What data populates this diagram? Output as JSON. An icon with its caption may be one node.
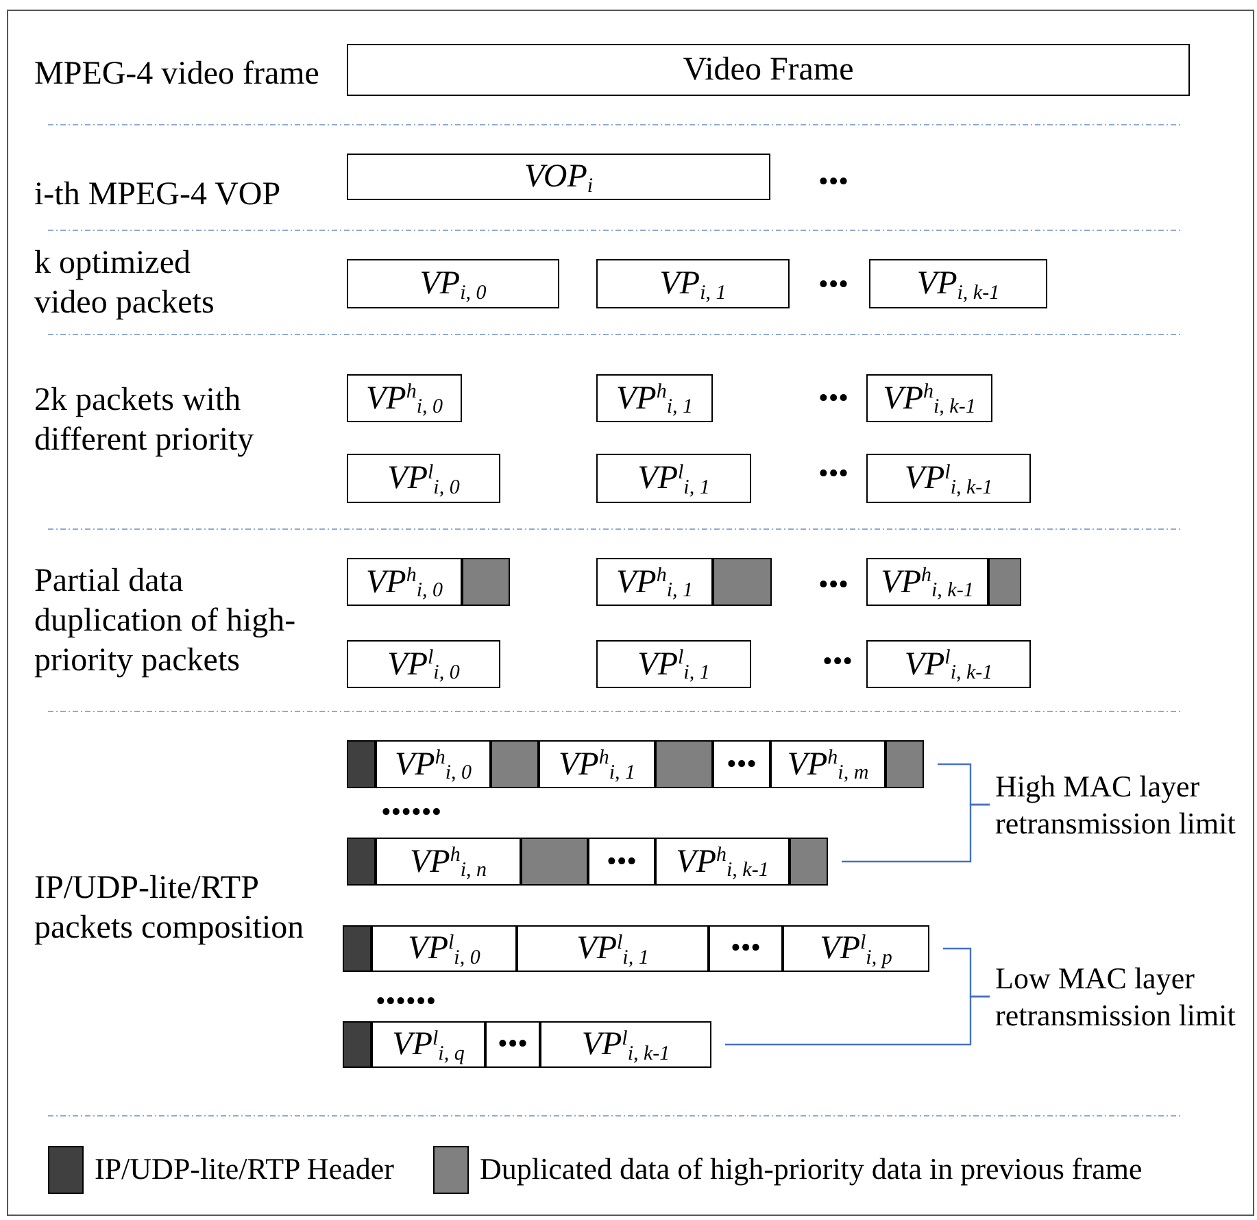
{
  "diagram": {
    "nodes": [
      {
        "text": [
          "Video Frame"
        ]
      },
      {
        "text": [
          "VOP$_{i}$"
        ]
      },
      {
        "text": [
          "VP$_{i, 0}$"
        ]
      },
      {
        "text": [
          "VP$_{i, 1}$"
        ]
      },
      {
        "text": [
          "VP$_{i, k-1}$"
        ]
      },
      {
        "text": [
          "VP$^{h}$$_{i, 0}$"
        ]
      },
      {
        "text": [
          "VP$^{h}$$_{i, 1}$"
        ]
      },
      {
        "text": [
          "VP$^{h}$$_{i, k-1}$"
        ]
      },
      {
        "text": [
          "VP$^{l}$$_{i, 0}$"
        ]
      },
      {
        "text": [
          "VP$^{l}$$_{i, 1}$"
        ]
      },
      {
        "text": [
          "VP$^{l}$$_{i, k-1}$"
        ]
      },
      {
        "text": [
          "VP$^{h}$$_{i, 0}$"
        ]
      },
      {
        "text": [],
        "shape": "box"
      },
      {
        "text": [
          "VP$^{h}$$_{i, 1}$"
        ]
      },
      {
        "text": [],
        "shape": "box"
      },
      {
        "text": [
          "VP$^{h}$$_{i, k-1}$"
        ]
      },
      {
        "text": [],
        "shape": "box"
      },
      {
        "text": [
          "VP$^{l}$$_{i, 0}$"
        ]
      },
      {
        "text": [
          "VP$^{l}$$_{i, 1}$"
        ]
      },
      {
        "text": [
          "VP$^{l}$$_{i, k-1}$"
        ]
      },
      {
        "text": [],
        "shape": "box"
      },
      {
        "text": [
          "VP$^{h}$$_{i, 0}$"
        ]
      },
      {
        "text": [],
        "shape": "box"
      },
      {
        "text": [
          "VP$^{h}$$_{i, 1}$"
        ]
      },
      {
        "text": [],
        "shape": "box"
      },
      {
        "text": [
          "•••"
        ]
      },
      {
        "text": [
          "VP$^{h}$$_{i, m}$"
        ]
      },
      {
        "text": [],
        "shape": "box"
      },
      {
        "text": [],
        "shape": "box"
      },
      {
        "text": [
          "VP$^{h}$$_{i, n}$"
        ]
      },
      {
        "text": [],
        "shape": "box"
      },
      {
        "text": [
          "•••"
        ]
      },
      {
        "text": [
          "VP$^{h}$$_{i, k-1}$"
        ]
      },
      {
        "text": [],
        "shape": "box"
      },
      {
        "text": [
          "High MAC layer retransmission limit"
        ]
      },
      {
        "text": [],
        "shape": "box"
      },
      {
        "text": [
          "VP$^{l}$$_{i, 0}$"
        ]
      },
      {
        "text": [
          "VP$^{l}$$_{i, 1}$"
        ]
      },
      {
        "text": [
          "•••"
        ]
      },
      {
        "text": [
          "VP$^{l}$$_{i, p}$"
        ]
      },
      {
        "text": [],
        "shape": "box"
      },
      {
        "text": [
          "VP$^{l}$$_{i, q}$"
        ]
      },
      {
        "text": [
          "•••"
        ]
      },
      {
        "text": [
          "VP$^{l}$$_{i, k-1}$"
        ]
      },
      {
        "text": [
          "Low MAC layer retransmission limit"
        ]
      }
    ],
    "edges": [
      {
        "from": 27,
        "to": 34,
        "arrow": "none"
      },
      {
        "from": 33,
        "to": 34,
        "arrow": "none"
      },
      {
        "from": 39,
        "to": 44,
        "arrow": "none"
      },
      {
        "from": 43,
        "to": 44,
        "arrow": "none"
      }
    ],
    "labels": [
      "MPEG-4 video frame",
      "i-th MPEG-4 VOP",
      "•••",
      "k optimized video packets",
      "•••",
      "2k packets with different priority",
      "•••",
      "•••",
      "Partial data duplication of high-priority packets",
      "•••",
      "•••",
      "••••••",
      "IP/UDP-lite/RTP packets composition",
      "••••••"
    ],
    "legend": [
      {
        "text": "IP/UDP-lite/RTP Header",
        "color": "#404040"
      },
      {
        "text": "Duplicated data of high-priority data in previous frame",
        "color": "#808080"
      }
    ]
  }
}
